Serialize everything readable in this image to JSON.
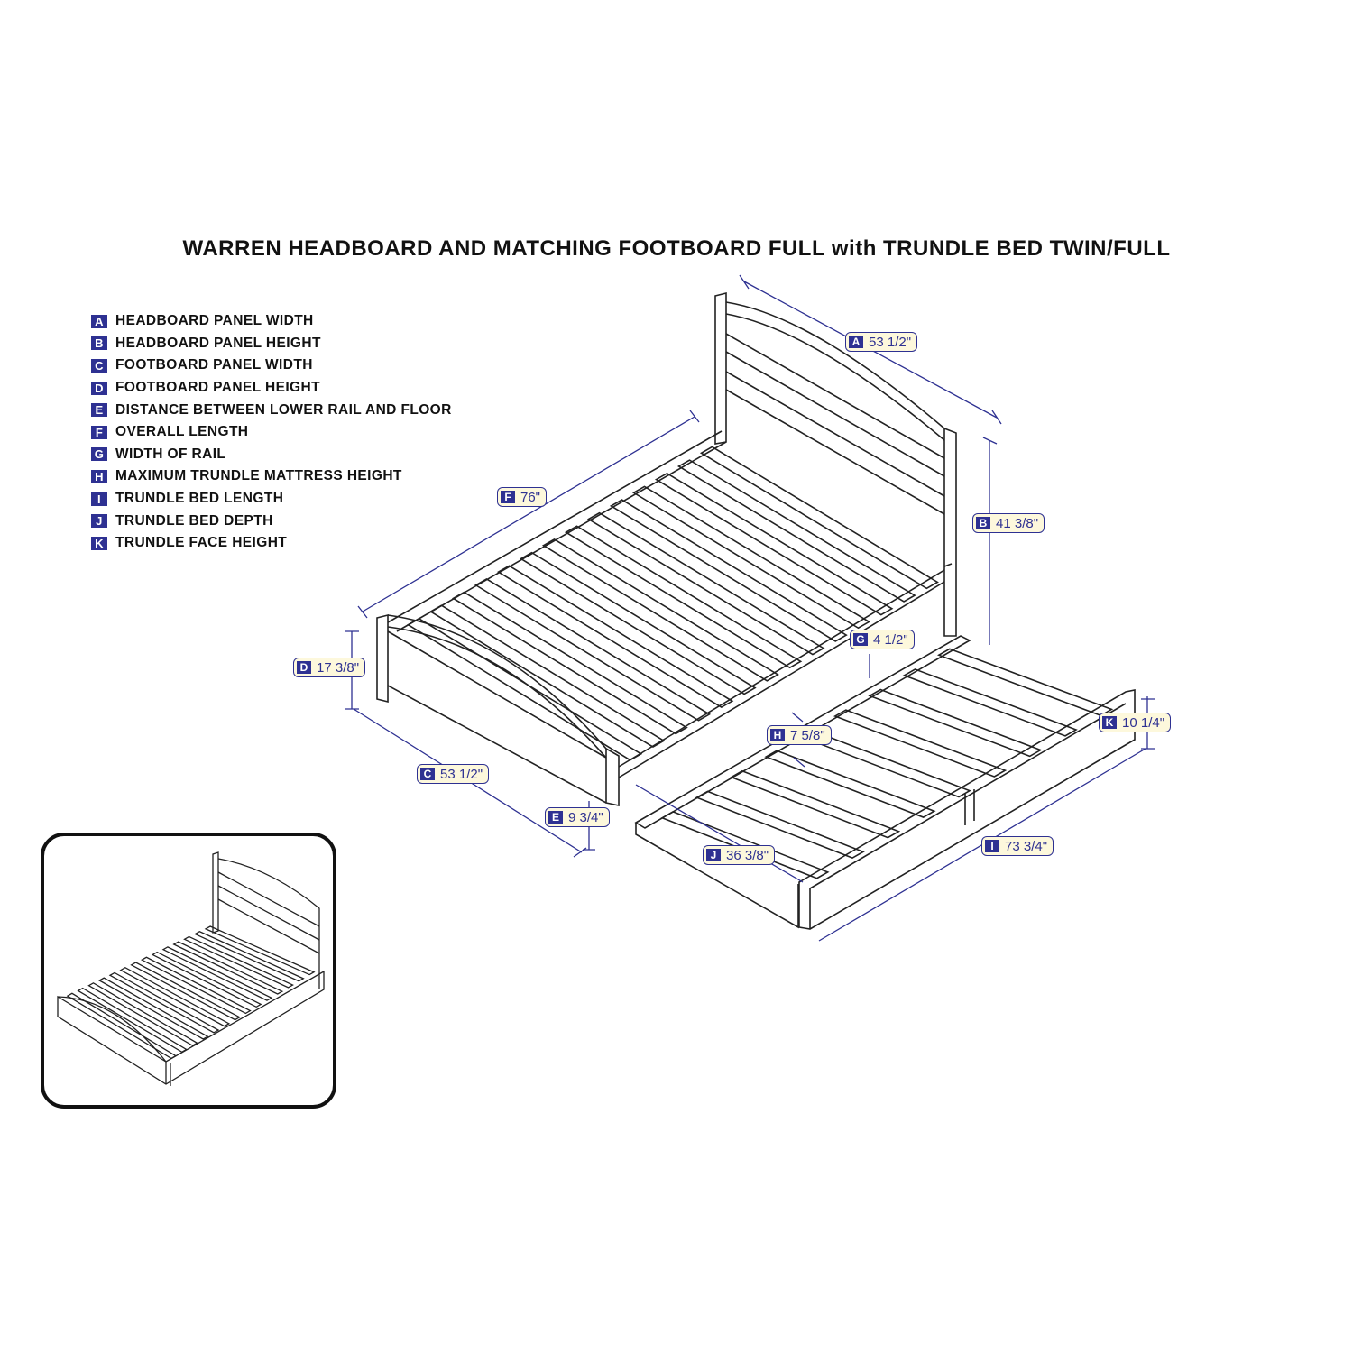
{
  "title": "WARREN HEADBOARD AND MATCHING FOOTBOARD FULL with TRUNDLE BED TWIN/FULL",
  "legend": [
    {
      "letter": "A",
      "label": "HEADBOARD PANEL WIDTH"
    },
    {
      "letter": "B",
      "label": "HEADBOARD PANEL HEIGHT"
    },
    {
      "letter": "C",
      "label": "FOOTBOARD PANEL WIDTH"
    },
    {
      "letter": "D",
      "label": "FOOTBOARD PANEL HEIGHT"
    },
    {
      "letter": "E",
      "label": "DISTANCE BETWEEN LOWER RAIL AND FLOOR"
    },
    {
      "letter": "F",
      "label": "OVERALL LENGTH"
    },
    {
      "letter": "G",
      "label": "WIDTH OF RAIL"
    },
    {
      "letter": "H",
      "label": "MAXIMUM TRUNDLE MATTRESS HEIGHT"
    },
    {
      "letter": "I",
      "label": "TRUNDLE BED LENGTH"
    },
    {
      "letter": "J",
      "label": "TRUNDLE BED DEPTH"
    },
    {
      "letter": "K",
      "label": "TRUNDLE FACE HEIGHT"
    }
  ],
  "dimensions": {
    "A": {
      "letter": "A",
      "value": "53 1/2\""
    },
    "B": {
      "letter": "B",
      "value": "41 3/8\""
    },
    "C": {
      "letter": "C",
      "value": "53 1/2\""
    },
    "D": {
      "letter": "D",
      "value": "17 3/8\""
    },
    "E": {
      "letter": "E",
      "value": "9 3/4\""
    },
    "F": {
      "letter": "F",
      "value": "76\""
    },
    "G": {
      "letter": "G",
      "value": "4 1/2\""
    },
    "H": {
      "letter": "H",
      "value": "7 5/8\""
    },
    "I": {
      "letter": "I",
      "value": "73 3/4\""
    },
    "J": {
      "letter": "J",
      "value": "36 3/8\""
    },
    "K": {
      "letter": "K",
      "value": "10 1/4\""
    }
  },
  "colors": {
    "accent": "#2e3192",
    "callout_bg": "#fdf8dc"
  }
}
